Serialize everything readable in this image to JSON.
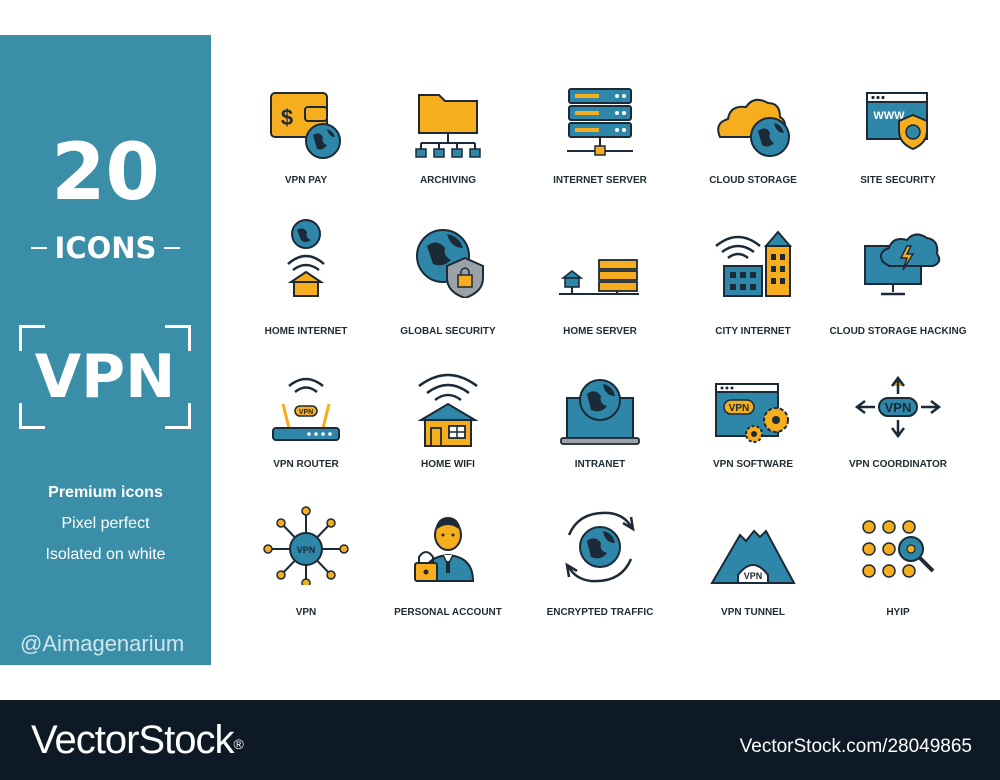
{
  "panel": {
    "count": "20",
    "icons_word": "ICONS",
    "title": "VPN",
    "tagline_1": "Premium icons",
    "tagline_2": "Pixel perfect",
    "tagline_3": "Isolated on white",
    "handle": "@Aimagenarium"
  },
  "colors": {
    "panel": "#3a8ea8",
    "icon_blue": "#2e87a8",
    "icon_yellow": "#f7ae1e",
    "outline": "#1b2a36",
    "footer": "#0d1a26"
  },
  "icons": [
    {
      "label": "VPN PAY",
      "icon": "wallet-globe-icon"
    },
    {
      "label": "ARCHIVING",
      "icon": "folder-tree-icon"
    },
    {
      "label": "INTERNET SERVER",
      "icon": "server-rack-icon"
    },
    {
      "label": "CLOUD STORAGE",
      "icon": "cloud-globe-icon"
    },
    {
      "label": "SITE SECURITY",
      "icon": "browser-shield-icon"
    },
    {
      "label": "HOME INTERNET",
      "icon": "globe-wifi-house-icon"
    },
    {
      "label": "GLOBAL SECURITY",
      "icon": "globe-shield-icon"
    },
    {
      "label": "HOME SERVER",
      "icon": "house-server-icon"
    },
    {
      "label": "CITY INTERNET",
      "icon": "wifi-buildings-icon"
    },
    {
      "label": "CLOUD STORAGE HACKING",
      "icon": "monitor-cloud-bolt-icon"
    },
    {
      "label": "VPN ROUTER",
      "icon": "router-icon"
    },
    {
      "label": "HOME WIFI",
      "icon": "house-wifi-icon"
    },
    {
      "label": "INTRANET",
      "icon": "laptop-globe-icon"
    },
    {
      "label": "VPN SOFTWARE",
      "icon": "browser-gears-icon"
    },
    {
      "label": "VPN COORDINATOR",
      "icon": "arrows-vpn-icon"
    },
    {
      "label": "VPN",
      "icon": "vpn-network-icon"
    },
    {
      "label": "PERSONAL ACCOUNT",
      "icon": "person-lock-icon"
    },
    {
      "label": "ENCRYPTED TRAFFIC",
      "icon": "globe-cycle-icon"
    },
    {
      "label": "VPN TUNNEL",
      "icon": "mountain-tunnel-icon"
    },
    {
      "label": "HYIP",
      "icon": "dots-magnifier-icon"
    }
  ],
  "icon_texts": {
    "vpn": "VPN",
    "www": "WWW"
  },
  "footer": {
    "brand": "VectorStock",
    "registered": "®",
    "stock_id": "VectorStock.com/28049865"
  }
}
